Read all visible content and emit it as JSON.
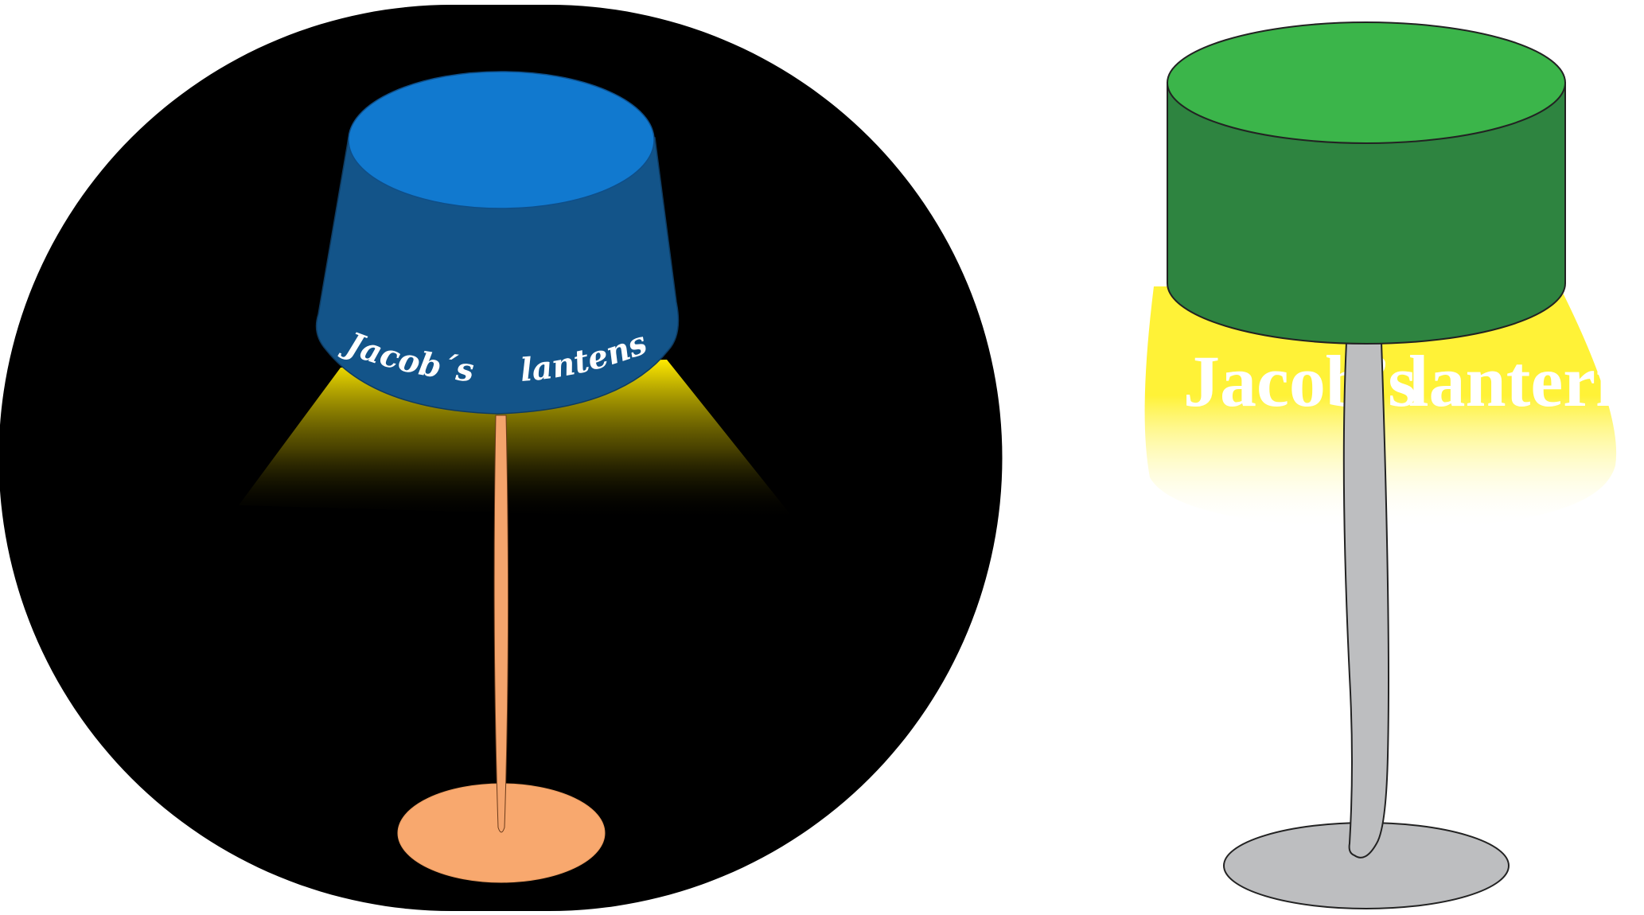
{
  "blue_lamp": {
    "brand_word_1": "Jacob´s",
    "brand_word_2": "lantens",
    "colors": {
      "backdrop": "#000000",
      "shade_top": "#1179cf",
      "shade_body": "#135489",
      "stem": "#f4a46c",
      "base": "#f8a86e",
      "light": "#ffea00",
      "text": "#ffffff"
    }
  },
  "green_lamp": {
    "brand_word_1": "Jacob’s",
    "brand_word_2": "lanterns",
    "colors": {
      "shade_top": "#3bb54a",
      "shade_body": "#2e8440",
      "stem": "#bdbec0",
      "base": "#bdbec0",
      "light": "#fff237",
      "text": "#ffffff"
    }
  }
}
